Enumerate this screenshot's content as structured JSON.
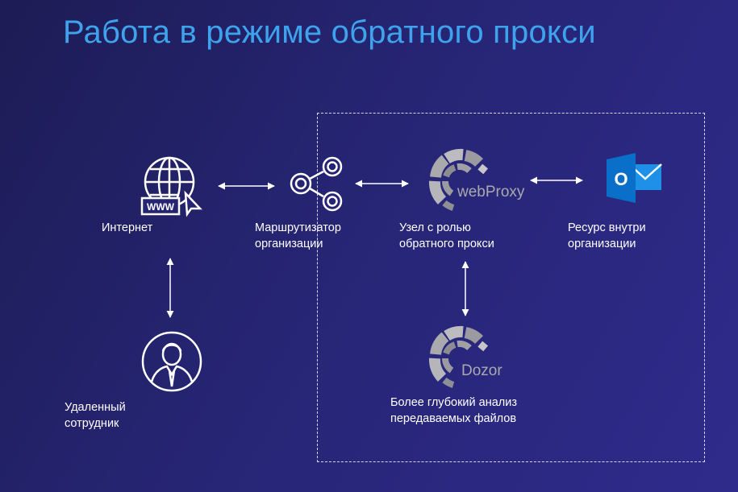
{
  "title": "Работа в режиме обратного прокси",
  "nodes": {
    "internet": {
      "label": "Интернет",
      "icon": "globe-www-icon"
    },
    "router": {
      "label_line1": "Маршрутизатор",
      "label_line2": "организации",
      "icon": "share-nodes-icon"
    },
    "webproxy": {
      "logo_text": "webProxy",
      "label_line1": "Узел с ролью",
      "label_line2": "обратного прокси"
    },
    "resource": {
      "label_line1": "Ресурс внутри",
      "label_line2": "организации",
      "icon": "outlook-icon",
      "icon_letter": "O"
    },
    "employee": {
      "label_line1": "Удаленный",
      "label_line2": "сотрудник",
      "icon": "user-icon"
    },
    "dozor": {
      "logo_text": "Dozor",
      "label_line1": "Более глубокий анализ",
      "label_line2": "передаваемых файлов"
    }
  },
  "colors": {
    "title": "#3ea3ec",
    "logo_grey": "#a9a9ae",
    "outlook_blue": "#0a6fc9"
  }
}
